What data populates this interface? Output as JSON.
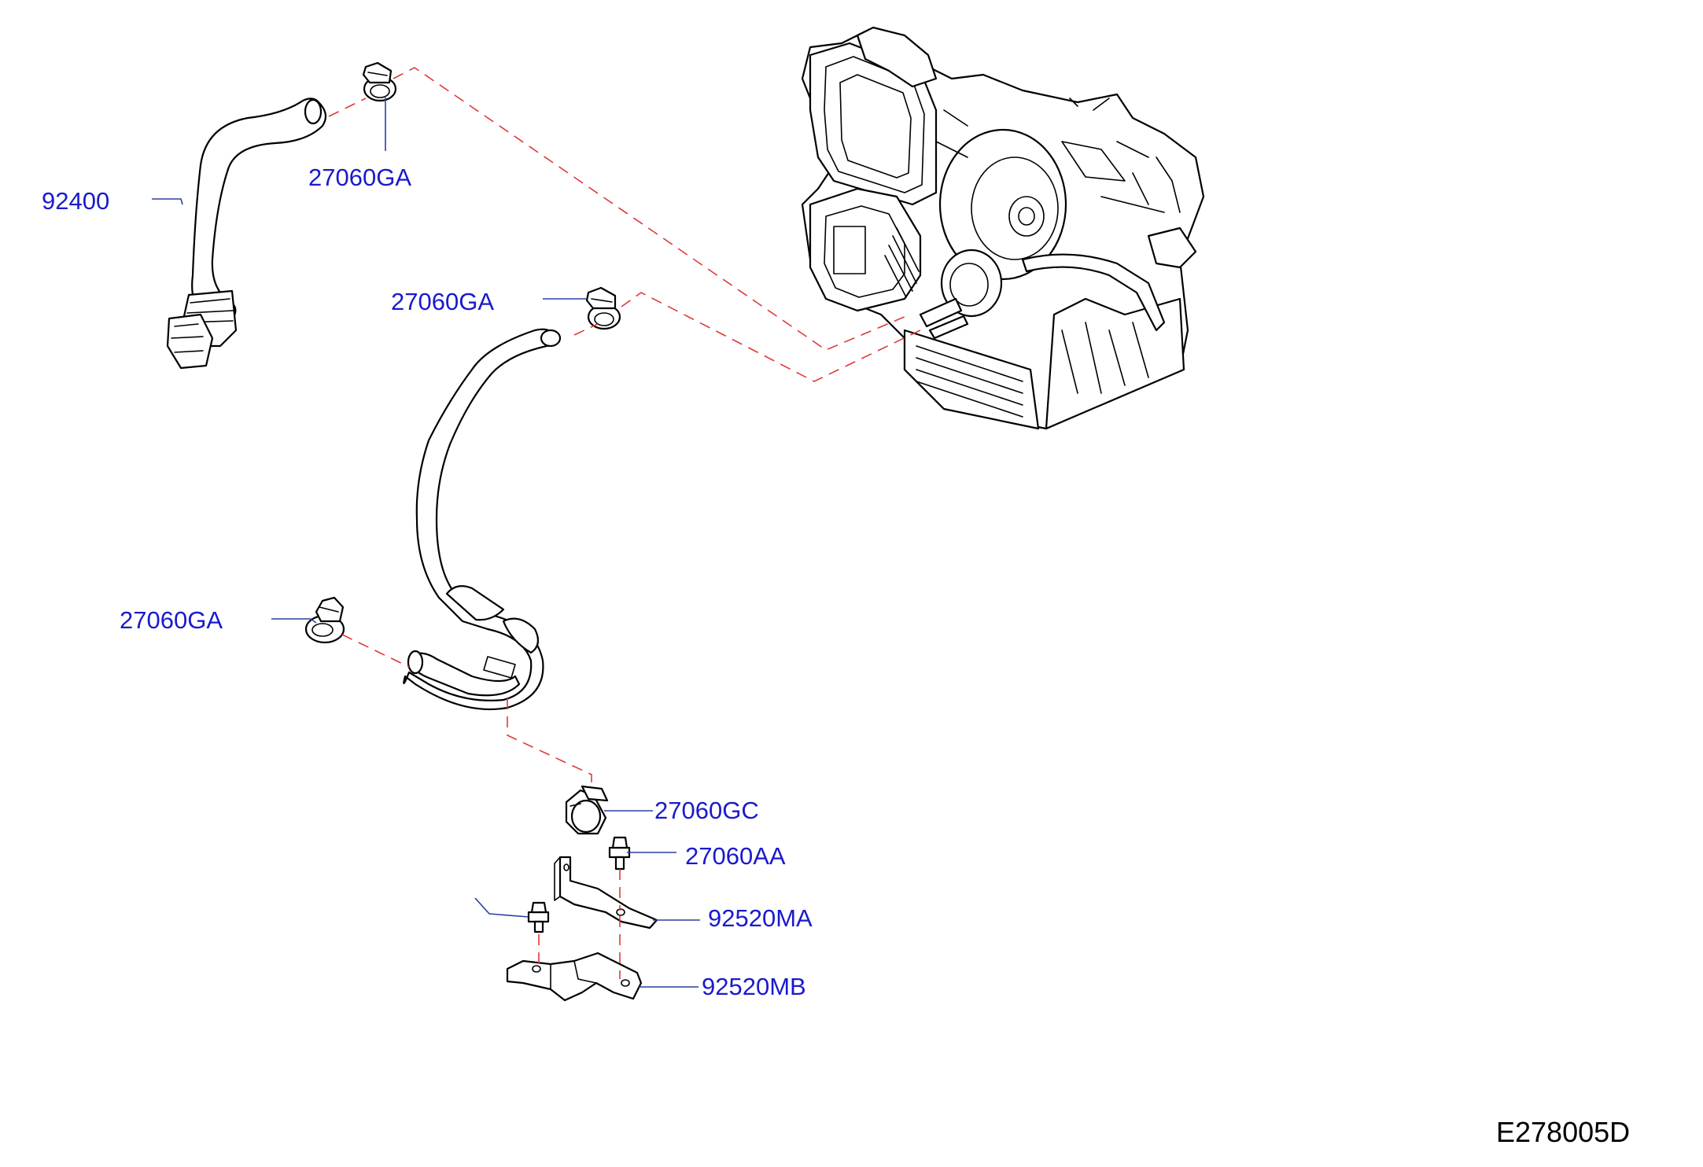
{
  "labels": {
    "hose_upper": "92400",
    "clamp_upper_right": "27060GA",
    "clamp_middle": "27060GA",
    "clamp_lower_left": "27060GA",
    "clamp_bracket": "27060GC",
    "bolt_upper": "27060AA",
    "bracket_upper": "92520MA",
    "bracket_lower": "92520MB"
  },
  "drawing_id": "E278005D",
  "colors": {
    "label_text": "#1a1acc",
    "drawing_id_text": "#000000",
    "leader_line": "#2b3fa0",
    "dashed_line": "#e0393b",
    "part_outline": "#000000"
  }
}
